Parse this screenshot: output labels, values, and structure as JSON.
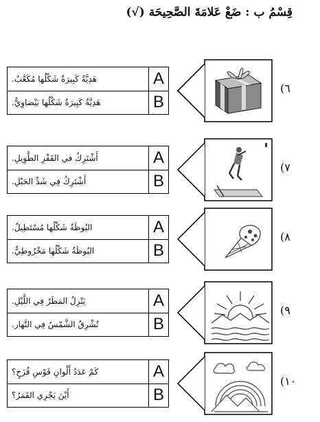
{
  "header": {
    "title": "قِسْمُ ب : ضَعْ عَلامَةَ الصَّحِيحَة (√)"
  },
  "questions": [
    {
      "number": "٦)",
      "icon": "gift-box-icon",
      "option_a": {
        "letter": "A",
        "text": "هَدِيَّةٌ كَبِيرَةٌ شَكْلُها مُكَعَّبٌ."
      },
      "option_b": {
        "letter": "B",
        "text": "هَدِيَّةٌ كَبِيرَةٌ شَكْلُها بَيْضاوِيٌّ."
      }
    },
    {
      "number": "٧)",
      "icon": "long-jump-icon",
      "option_a": {
        "letter": "A",
        "text": "أَشْتَرِكُ في القَفْزِ الطَّوِيلِ."
      },
      "option_b": {
        "letter": "B",
        "text": "أَشْتَرِكُ فِي شَدِّ الحَبْلِ."
      }
    },
    {
      "number": "٨)",
      "icon": "ice-cream-cone-icon",
      "option_a": {
        "letter": "A",
        "text": "البُوظَةُ شَكْلُها مُسْتَطِيلٌ."
      },
      "option_b": {
        "letter": "B",
        "text": "البُوظَةُ شَكْلُها مَخْرُوطِيٌّ."
      }
    },
    {
      "number": "٩)",
      "icon": "sunrise-icon",
      "option_a": {
        "letter": "A",
        "text": "يَنْزِلُ المَطَرُ فِي اللَّيْلِ."
      },
      "option_b": {
        "letter": "B",
        "text": "تُشْرِقُ الشَّمْسُ فِي النَّهار."
      }
    },
    {
      "number": "١٠)",
      "icon": "rainbow-icon",
      "option_a": {
        "letter": "A",
        "text": "كَمْ عَدَدُ أَلْوانِ قَوْسِ قُزَحٍ؟"
      },
      "option_b": {
        "letter": "B",
        "text": "أَيْنَ يَجْرِي القَمَرُ؟"
      }
    }
  ]
}
